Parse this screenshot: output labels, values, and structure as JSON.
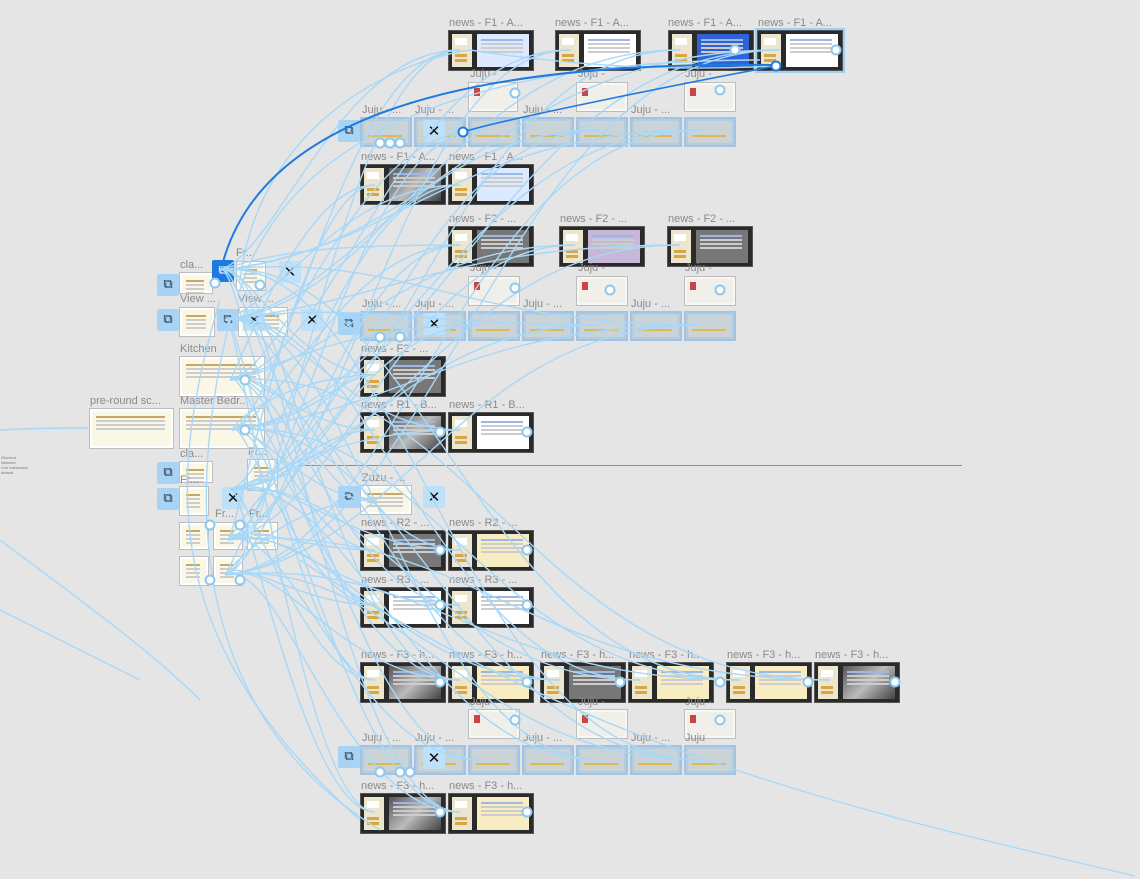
{
  "canvas": {
    "background": "#e5e5e5",
    "wire_color": "#a8d8f8",
    "active_wire_color": "#1f7ae0",
    "selection_color": "#9cd0f5"
  },
  "notes": [
    "Shortcut",
    "Network",
    "Live interaction",
    "default"
  ],
  "labels": {
    "pre_round": "pre-round sc...",
    "cla_1": "cla...",
    "fr_1": "Fr...",
    "view_1": "View ...",
    "view_2": "View ...",
    "kitchen": "Kitchen",
    "master_bedr": "Master Bedr...",
    "cla_2": "cla...",
    "fr_2": "Fr...",
    "fr_3": "Fr...",
    "fr_4": "Fr...",
    "fr_5": "Fr...",
    "f1a_1": "news - F1 - A...",
    "f1a_2": "news - F1 - A...",
    "f1a_3": "news - F1 - A...",
    "f1a_4": "news - F1 - A...",
    "f1a_5": "news - F1 - A...",
    "f1a_6": "news - F1 - A...",
    "f2_1": "news - F2 - ...",
    "f2_2": "news - F2 - ...",
    "f2_3": "news - F2 - ...",
    "f2_4": "news - F2 - ...",
    "r1b_1": "news - R1 - B...",
    "r1b_2": "news - R1 - B...",
    "zuzu": "Zuzu - ...",
    "r2_1": "news - R2 - ...",
    "r2_2": "news - R2 - ...",
    "r3_1": "news - R3 - ...",
    "r3_2": "news - R3 - ...",
    "f3h_1": "news - F3 - h...",
    "f3h_2": "news - F3 - h...",
    "f3h_3": "news - F3 - h...",
    "f3h_4": "news - F3 - h...",
    "f3h_5": "news - F3 - h...",
    "f3h_6": "news - F3 - h...",
    "f3h_7": "news - F3 - h...",
    "f3h_8": "news - F3 - h...",
    "juju": "Juju - ...",
    "juju_short": "Juju -",
    "juju_tiny": "Juju"
  },
  "controls": {
    "device_icon": "device-frame-icon",
    "close_icon": "close-icon",
    "close_glyph": "✕",
    "device_glyph": "⧉"
  }
}
